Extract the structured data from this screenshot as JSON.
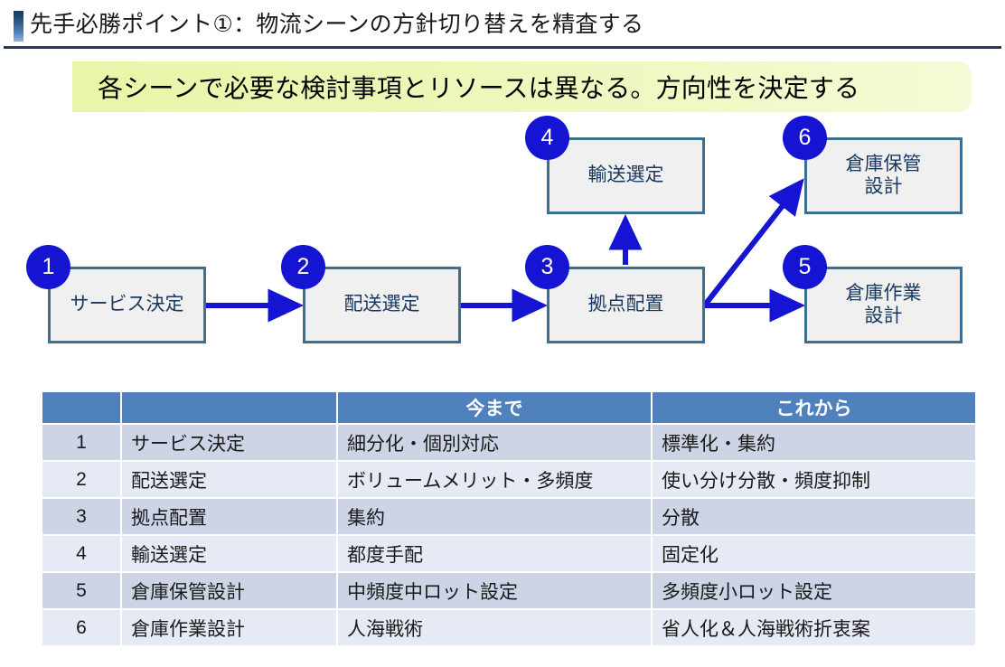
{
  "slide": {
    "title": "先手必勝ポイント①：物流シーンの方針切り替えを精査する",
    "subtitle": "各シーンで必要な検討事項とリソースは異なる。方向性を決定する",
    "accent_color": "#1f4e79",
    "banner_color": "#e9f5a8",
    "node_fill": "#f0f0f0",
    "node_border": "#3f6f8f",
    "badge_color": "#1414d2",
    "arrow_color": "#1414d2",
    "table_header_color": "#4f81bd"
  },
  "flow": {
    "nodes": [
      {
        "num": "1",
        "label": "サービス決定"
      },
      {
        "num": "2",
        "label": "配送選定"
      },
      {
        "num": "3",
        "label": "拠点配置"
      },
      {
        "num": "4",
        "label": "輸送選定"
      },
      {
        "num": "5",
        "label": "倉庫作業\n設計"
      },
      {
        "num": "6",
        "label": "倉庫保管\n設計"
      }
    ],
    "edges": [
      {
        "from": "1",
        "to": "2"
      },
      {
        "from": "2",
        "to": "3"
      },
      {
        "from": "3",
        "to": "4"
      },
      {
        "from": "3",
        "to": "5"
      },
      {
        "from": "3",
        "to": "6"
      }
    ]
  },
  "table": {
    "headers": [
      "",
      "",
      "今まで",
      "これから"
    ],
    "rows": [
      {
        "idx": "1",
        "scene": "サービス決定",
        "before": "細分化・個別対応",
        "after": "標準化・集約"
      },
      {
        "idx": "2",
        "scene": "配送選定",
        "before": "ボリュームメリット・多頻度",
        "after": "使い分け分散・頻度抑制"
      },
      {
        "idx": "3",
        "scene": "拠点配置",
        "before": "集約",
        "after": "分散"
      },
      {
        "idx": "4",
        "scene": "輸送選定",
        "before": "都度手配",
        "after": "固定化"
      },
      {
        "idx": "5",
        "scene": "倉庫保管設計",
        "before": "中頻度中ロット設定",
        "after": "多頻度小ロット設定"
      },
      {
        "idx": "6",
        "scene": "倉庫作業設計",
        "before": "人海戦術",
        "after": "省人化＆人海戦術折衷案"
      }
    ]
  }
}
